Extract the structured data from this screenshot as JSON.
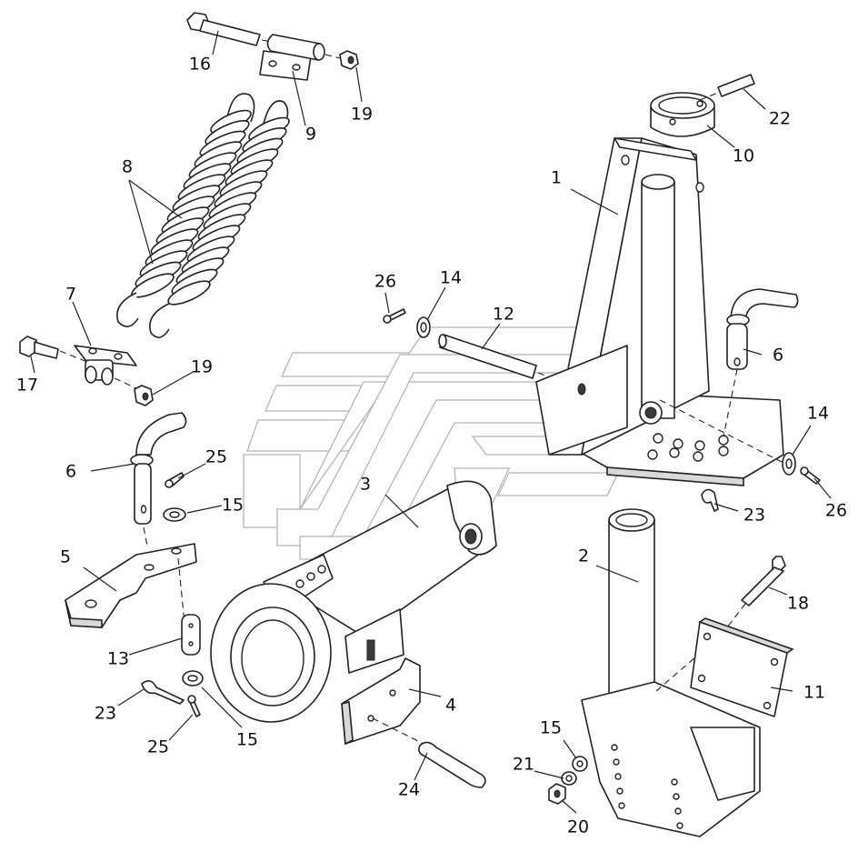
{
  "callouts": {
    "c1": "1",
    "c2": "2",
    "c3": "3",
    "c4": "4",
    "c5": "5",
    "c6a": "6",
    "c6b": "6",
    "c7": "7",
    "c8": "8",
    "c9": "9",
    "c10": "10",
    "c11": "11",
    "c12": "12",
    "c13": "13",
    "c14a": "14",
    "c14b": "14",
    "c15a": "15",
    "c15b": "15",
    "c15c": "15",
    "c16": "16",
    "c17": "17",
    "c18": "18",
    "c19a": "19",
    "c19b": "19",
    "c20": "20",
    "c21": "21",
    "c22": "22",
    "c23a": "23",
    "c23b": "23",
    "c24": "24",
    "c25a": "25",
    "c25b": "25",
    "c26a": "26",
    "c26b": "26"
  }
}
